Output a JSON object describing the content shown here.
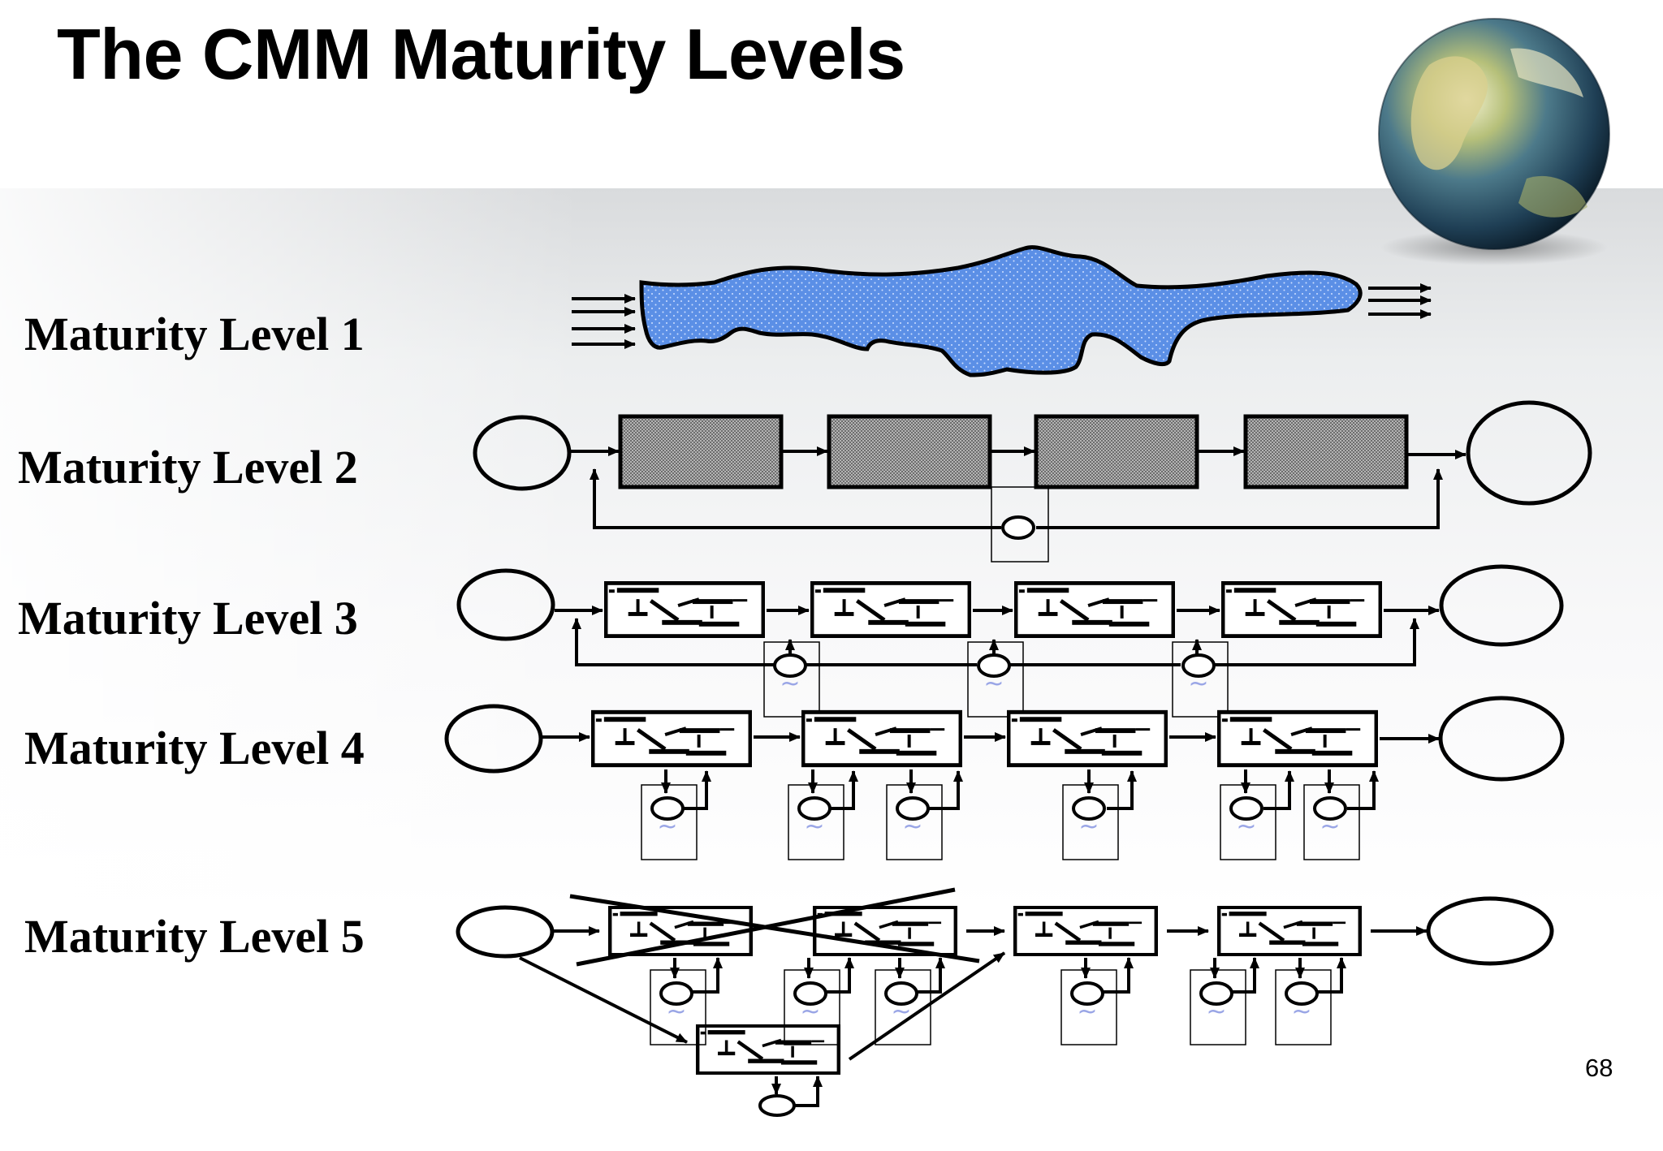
{
  "slide": {
    "title": "The CMM Maturity Levels",
    "page_number": "68"
  },
  "levels": [
    {
      "label": "Maturity Level 1"
    },
    {
      "label": "Maturity Level 2"
    },
    {
      "label": "Maturity Level 3"
    },
    {
      "label": "Maturity Level 4"
    },
    {
      "label": "Maturity Level 5"
    }
  ],
  "icons": {
    "globe": "globe-icon",
    "tilde": "~"
  },
  "colors": {
    "blob_fill": "#5b8fe6",
    "process_box_fill": "#8c8c8c",
    "stroke": "#000000",
    "tilde": "#9aa6e6"
  }
}
